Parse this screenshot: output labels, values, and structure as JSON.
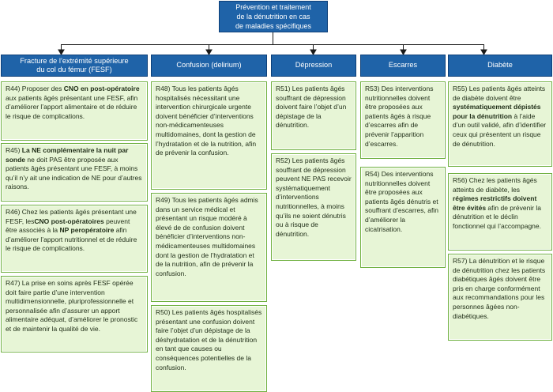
{
  "root": {
    "lines": [
      "Prévention et traitement",
      "de la dénutrition en cas",
      "de maladies spécifiques"
    ]
  },
  "columns": [
    {
      "title": [
        "Fracture de l’extrémité supérieure",
        "du col du fémur (FESF)"
      ],
      "recs": [
        {
          "parts": [
            "R44) Proposer des ",
            "CNO en post-opératoire",
            " aux patients âgés présentant une FESF, afin d’améliorer l’apport alimentaire et de réduire le risque de complications."
          ]
        },
        {
          "parts": [
            "R45) ",
            "La NE complémentaire la nuit par sonde",
            " ne doit PAS être proposée aux patients âgés présentant une FESF, à moins qu’il n’y ait une indication de NE pour d’autres raisons."
          ]
        },
        {
          "parts": [
            "R46) Chez les patients âgés présentant une FESF, les",
            "CNO post-opératoires",
            " peuvent être associés à la ",
            "NP peropératoire",
            " afin d’améliorer l’apport nutritionnel et de réduire le risque de complications."
          ]
        },
        {
          "parts": [
            "R47) La prise en soins après FESF opérée doit faire partie d’une intervention multidimensionnelle, pluriprofessionnelle et personnalisée afin d’assurer un apport alimentaire adéquat, d’améliorer le pronostic et de maintenir la qualité de vie."
          ]
        }
      ]
    },
    {
      "title": [
        "Confusion (delirium)"
      ],
      "recs": [
        {
          "parts": [
            "R48) Tous les patients âgés hospitalisés nécessitant une intervention chirurgicale urgente doivent bénéficier d’interventions non-médicamenteuses multidomaines, dont  la gestion de l’hydratation et de la nutrition, afin de prévenir la confusion."
          ]
        },
        {
          "parts": [
            "R49) Tous les patients âgés admis dans un service médical et présentant un risque modéré à élevé de de confusion doivent bénéficier d’interventions non-médicamenteuses multidomaines dont la gestion de l’hydratation et de la nutrition, afin de prévenir la confusion."
          ]
        },
        {
          "parts": [
            "R50) Les patients âgés hospitalisés présentant une confusion doivent faire l’objet d’un dépistage de la déshydratation et de la dénutrition en tant que causes ou conséquences potentielles de la confusion."
          ]
        }
      ]
    },
    {
      "title": [
        "Dépression"
      ],
      "recs": [
        {
          "parts": [
            "R51) Les patients âgés souffrant de dépression doivent faire l’objet d’un dépistage de la dénutrition."
          ]
        },
        {
          "parts": [
            "R52) Les patients âgés souffrant de dépression peuvent NE PAS recevoir systématiquement d’interventions nutritionnelles, à moins qu’ils ne soient dénutris ou à risque de dénutrition."
          ]
        }
      ]
    },
    {
      "title": [
        "Escarres"
      ],
      "recs": [
        {
          "parts": [
            "R53) Des interventions nutritionnelles doivent être proposées aux patients âgés à risque d’escarres afin de prévenir l’apparition d’escarres."
          ]
        },
        {
          "parts": [
            "R54) Des interventions nutritionnelles doivent être proposées aux patients âgés dénutris et souffrant d’escarres, afin d’améliorer la cicatrisation."
          ]
        }
      ]
    },
    {
      "title": [
        "Diabète"
      ],
      "recs": [
        {
          "parts": [
            "R55) Les patients âgés atteints de diabète doivent être ",
            "systématiquement dépistés pour la dénutrition",
            " à l’aide d’un outil validé, afin d’identifier ceux qui présentent un risque de dénutrition."
          ]
        },
        {
          "parts": [
            "R56) Chez les patients âgés atteints de diabète, les ",
            "régimes restrictifs doivent être évités",
            " afin de prévenir la dénutrition et le déclin fonctionnel qui l’accompagne."
          ]
        },
        {
          "parts": [
            "R57) La dénutrition et le risque de dénutrition chez les patients diabétiques âgés doivent être pris en charge conformément aux recommandations pour les personnes âgées  non-diabétiques."
          ]
        }
      ]
    }
  ]
}
